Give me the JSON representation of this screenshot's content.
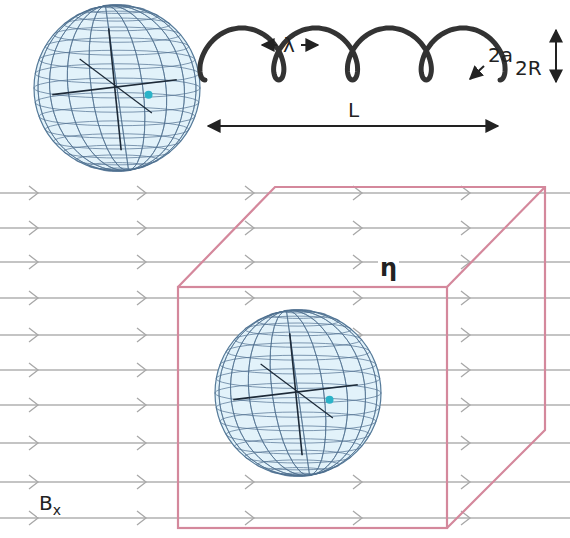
{
  "diagram": {
    "nodes": [
      {
        "text": [
          "η"
        ]
      }
    ],
    "labels": [
      "λ",
      "2a",
      "2R",
      "L",
      "Bx"
    ]
  }
}
